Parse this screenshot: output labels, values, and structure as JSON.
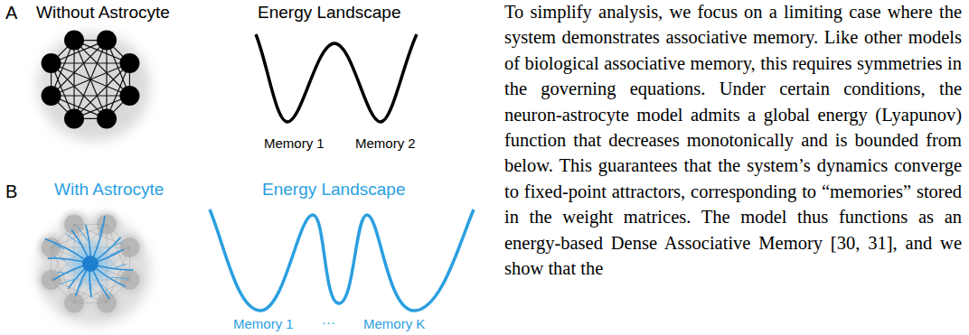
{
  "diagram": {
    "labels": [
      "A",
      "Without Astrocyte",
      "Energy Landscape",
      "Memory 1",
      "Memory 2",
      "B",
      "With Astrocyte",
      "Energy Landscape",
      "Memory 1",
      "···",
      "Memory K",
      "To simplify analysis, we focus on a limiting case where the system demonstrates associative memory. Like other models of biological associative memory, this requires symmetries in the governing equations. Under certain conditions, the neuron-astrocyte model admits a global energy (Lyapunov) function that decreases monotonically and is bounded from below. This guarantees that the system’s dynamics converge to fixed-point attractors, corresponding to “memories” stored in the weight matrices. The model thus functions as an energy-based Dense Associative Memory [30, 31], and we show that the"
    ]
  }
}
